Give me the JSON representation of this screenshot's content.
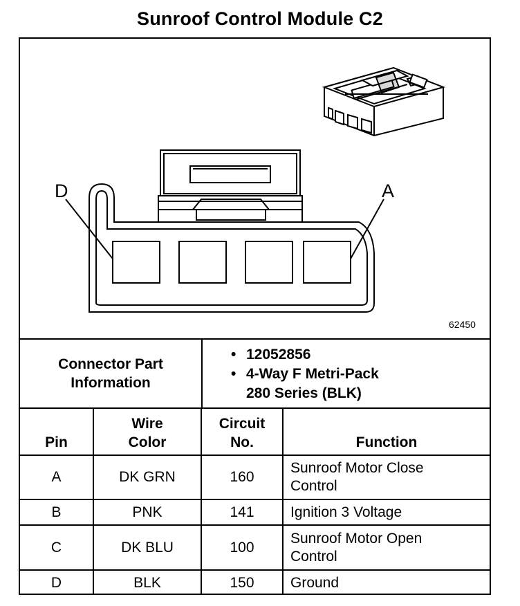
{
  "title": "Sunroof Control Module C2",
  "drawing": {
    "label_left": "D",
    "label_right": "A",
    "figure_number": "62450"
  },
  "connector_info": {
    "label_line1": "Connector Part",
    "label_line2": "Information",
    "items": [
      "12052856",
      "4-Way F Metri-Pack",
      "280 Series (BLK)"
    ]
  },
  "table": {
    "headers": {
      "pin": "Pin",
      "wire_line1": "Wire",
      "wire_line2": "Color",
      "circuit_line1": "Circuit",
      "circuit_line2": "No.",
      "function": "Function"
    },
    "rows": [
      {
        "pin": "A",
        "wire": "DK GRN",
        "circuit": "160",
        "function_line1": "Sunroof Motor Close",
        "function_line2": "Control"
      },
      {
        "pin": "B",
        "wire": "PNK",
        "circuit": "141",
        "function_line1": "Ignition 3 Voltage",
        "function_line2": ""
      },
      {
        "pin": "C",
        "wire": "DK BLU",
        "circuit": "100",
        "function_line1": "Sunroof Motor Open",
        "function_line2": "Control"
      },
      {
        "pin": "D",
        "wire": "BLK",
        "circuit": "150",
        "function_line1": "Ground",
        "function_line2": ""
      }
    ]
  }
}
